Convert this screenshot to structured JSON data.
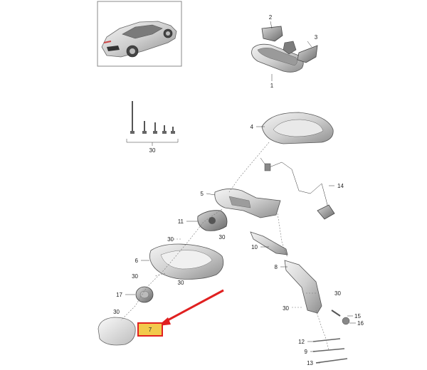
{
  "callouts": {
    "c1": "1",
    "c2": "2",
    "c3": "3",
    "c4": "4",
    "c5": "5",
    "c6": "6",
    "c7": "7",
    "c8": "8",
    "c9": "9",
    "c10": "10",
    "c11": "11",
    "c12": "12",
    "c13": "13",
    "c14": "14",
    "c15": "15",
    "c16": "16",
    "c17": "17",
    "c30a": "30",
    "c30b": "30",
    "c30c": "30",
    "c30d": "30",
    "c30e": "30",
    "c30f": "30",
    "c30g": "30",
    "c30h": "30"
  },
  "colors": {
    "highlight": "#e02020",
    "highlight_fill": "#f2c94c",
    "line": "#333333"
  }
}
